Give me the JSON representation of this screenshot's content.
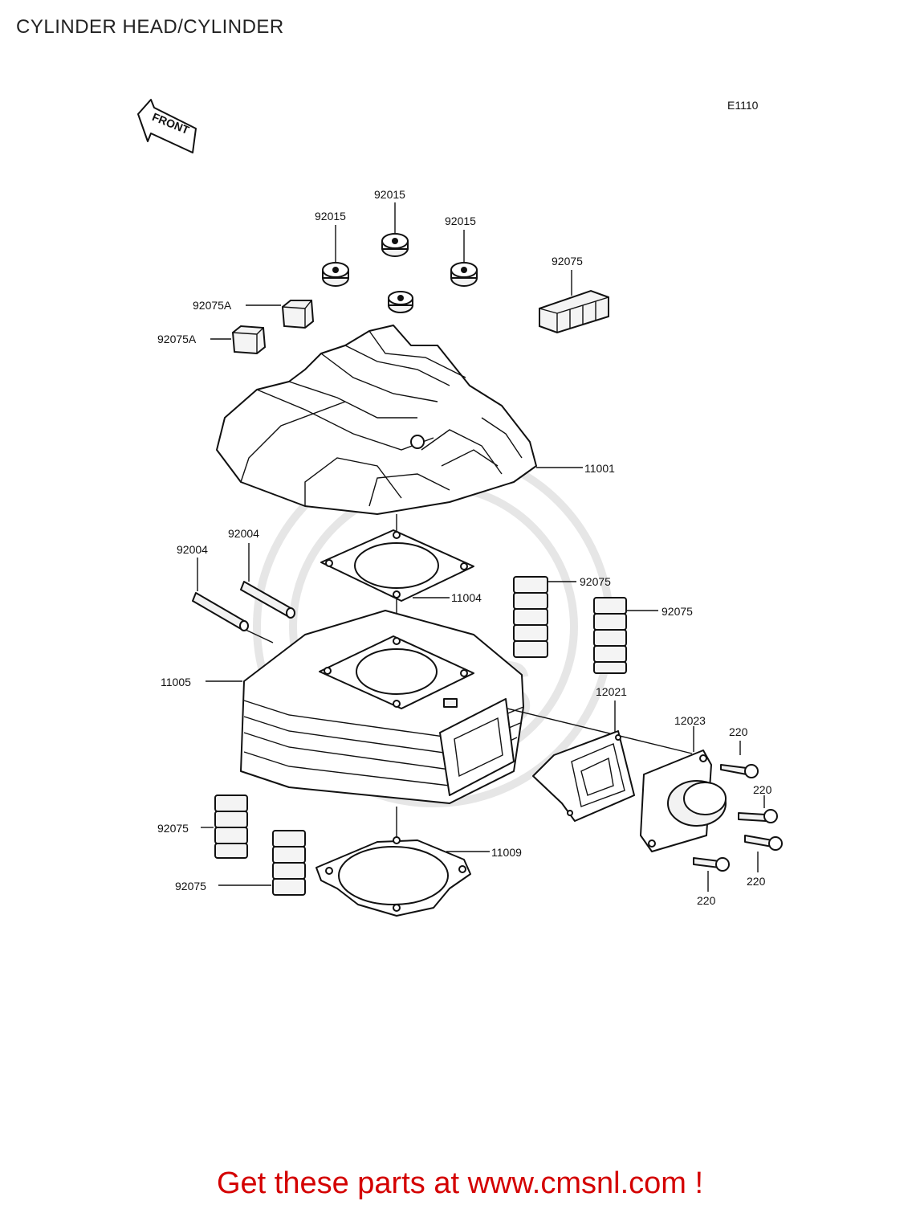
{
  "title": "CYLINDER HEAD/CYLINDER",
  "diagram_code": "E1110",
  "front_label": "FRONT",
  "promo": "Get these parts at www.cmsnl.com !",
  "watermark_text": "CMS",
  "labels": {
    "nut_top": "92015",
    "nut_left": "92015",
    "nut_right": "92015",
    "damper_top_right": "92075",
    "damper_a1": "92075A",
    "damper_a2": "92075A",
    "head": "11001",
    "stud_right": "92004",
    "stud_left": "92004",
    "head_gasket": "11004",
    "damper_mid1": "92075",
    "damper_mid2": "92075",
    "cylinder": "11005",
    "reed_valve": "12021",
    "inlet_pipe": "12023",
    "bolt_1": "220",
    "bolt_2": "220",
    "bolt_3": "220",
    "bolt_4": "220",
    "damper_low1": "92075",
    "damper_low2": "92075",
    "base_gasket": "11009"
  }
}
